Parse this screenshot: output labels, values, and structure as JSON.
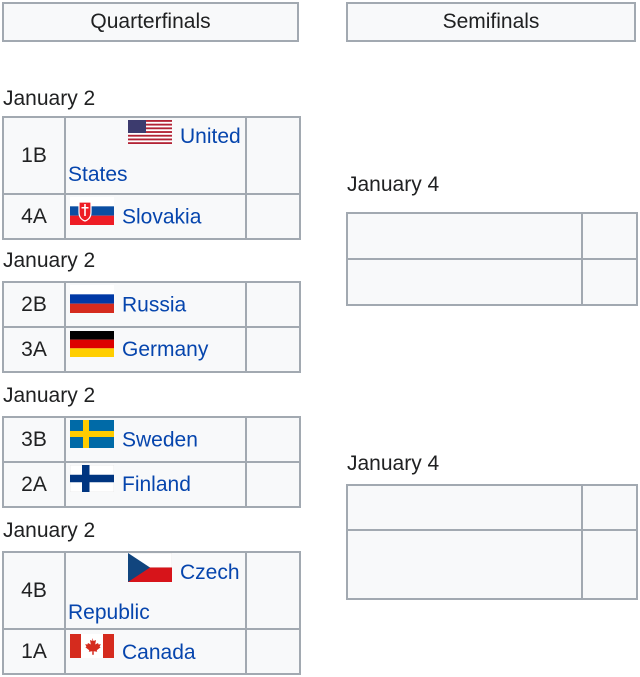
{
  "headers": {
    "quarterfinals": "Quarterfinals",
    "semifinals": "Semifinals"
  },
  "quarterfinals": [
    {
      "date": "January 2",
      "teams": [
        {
          "seed": "1B",
          "name": "United States",
          "flag": "us-flag-icon"
        },
        {
          "seed": "4A",
          "name": "Slovakia",
          "flag": "sk-flag-icon"
        }
      ]
    },
    {
      "date": "January 2",
      "teams": [
        {
          "seed": "2B",
          "name": "Russia",
          "flag": "ru-flag-icon"
        },
        {
          "seed": "3A",
          "name": "Germany",
          "flag": "de-flag-icon"
        }
      ]
    },
    {
      "date": "January 2",
      "teams": [
        {
          "seed": "3B",
          "name": "Sweden",
          "flag": "se-flag-icon"
        },
        {
          "seed": "2A",
          "name": "Finland",
          "flag": "fi-flag-icon"
        }
      ]
    },
    {
      "date": "January 2",
      "teams": [
        {
          "seed": "4B",
          "name": "Czech Republic",
          "flag": "cz-flag-icon"
        },
        {
          "seed": "1A",
          "name": "Canada",
          "flag": "ca-flag-icon"
        }
      ]
    }
  ],
  "semifinals": [
    {
      "date": "January 4"
    },
    {
      "date": "January 4"
    }
  ],
  "colors": {
    "link": "#0645ad",
    "cell_bg": "#f8f9fa",
    "border": "#a2a9b1"
  }
}
